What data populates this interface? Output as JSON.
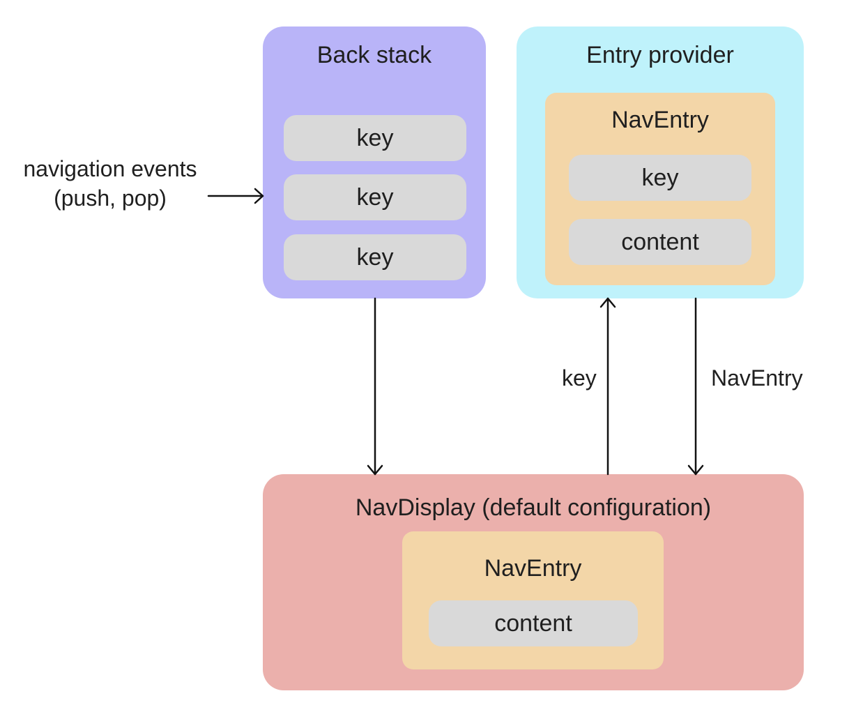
{
  "back_stack": {
    "title": "Back stack",
    "keys": [
      "key",
      "key",
      "key"
    ]
  },
  "entry_provider": {
    "title": "Entry provider",
    "nav_entry": {
      "title": "NavEntry",
      "key_label": "key",
      "content_label": "content"
    }
  },
  "nav_display": {
    "title": "NavDisplay (default configuration)",
    "nav_entry": {
      "title": "NavEntry",
      "content_label": "content"
    }
  },
  "labels": {
    "navigation_events_line1": "navigation events",
    "navigation_events_line2": "(push, pop)",
    "key_arrow": "key",
    "naventry_arrow": "NavEntry"
  },
  "colors": {
    "back_stack": "#b9b4f8",
    "entry_provider": "#bff2fb",
    "nav_display": "#ebb0ac",
    "nav_entry_card": "#f3d6a8",
    "key_pill": "#d9d9d9"
  }
}
